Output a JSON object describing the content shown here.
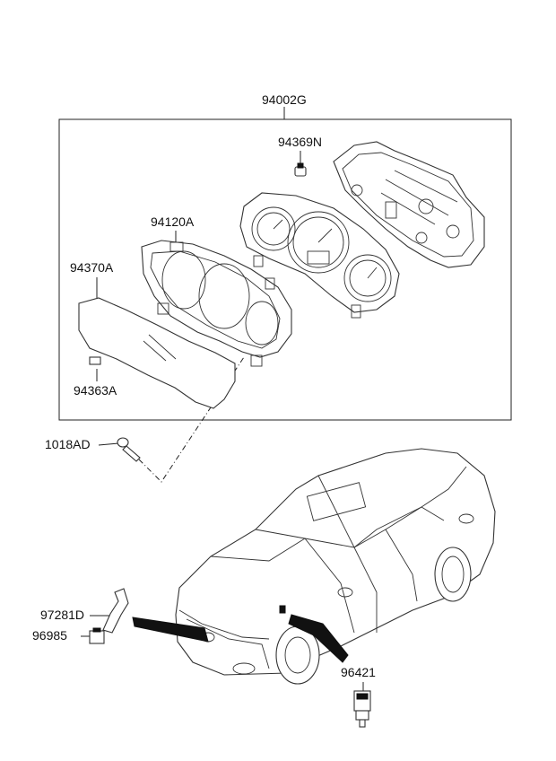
{
  "labels": {
    "assembly": "94002G",
    "bulb": "94369N",
    "case": "94120A",
    "lens": "94370A",
    "lens_clip": "94363A",
    "screw": "1018AD",
    "bracket": "97281D",
    "connector": "96985",
    "sensor": "96421"
  }
}
